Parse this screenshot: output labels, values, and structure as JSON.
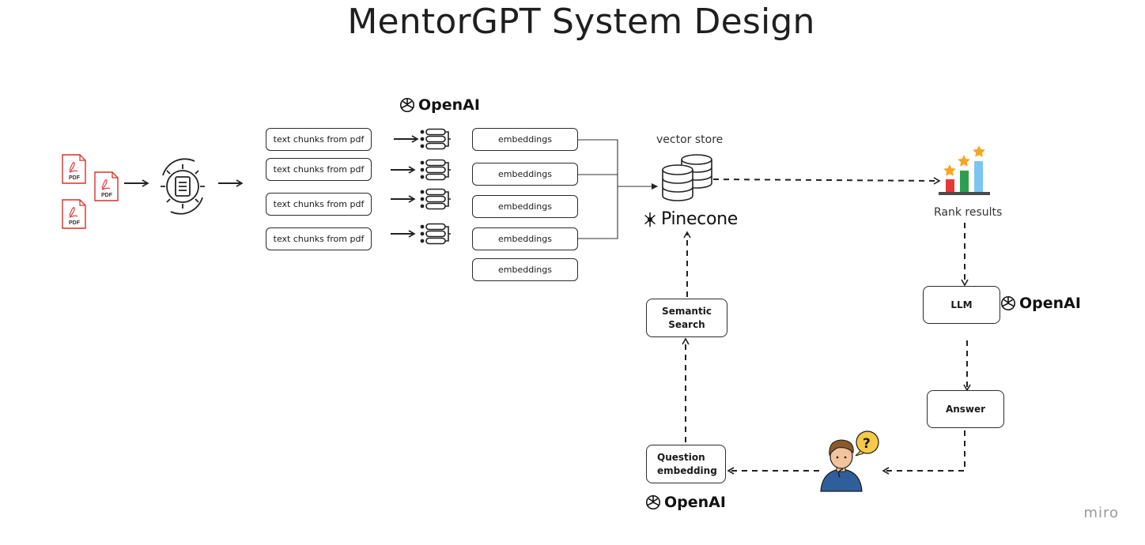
{
  "title": "MentorGPT System Design",
  "chunks": [
    "text chunks from pdf",
    "text chunks from pdf",
    "text chunks from pdf",
    "text chunks from pdf"
  ],
  "embeddings": [
    "embeddings",
    "embeddings",
    "embeddings",
    "embeddings",
    "embeddings"
  ],
  "vector_store_label": "vector store",
  "pinecone_label": "Pinecone",
  "rank_label": "Rank results",
  "llm_label": "LLM",
  "answer_label": "Answer",
  "semantic_label": "Semantic Search",
  "question_label": "Question\nembedding",
  "openai_label": "OpenAI",
  "pdf_text": "PDF",
  "watermark": "miro",
  "colors": {
    "pdf_red": "#d9302c",
    "bar_red": "#e53935",
    "bar_green": "#2e9e4f",
    "bar_blue": "#7cc4f2",
    "star": "#f5a623",
    "person_shirt": "#2f5f9a",
    "bubble": "#f7c948"
  }
}
